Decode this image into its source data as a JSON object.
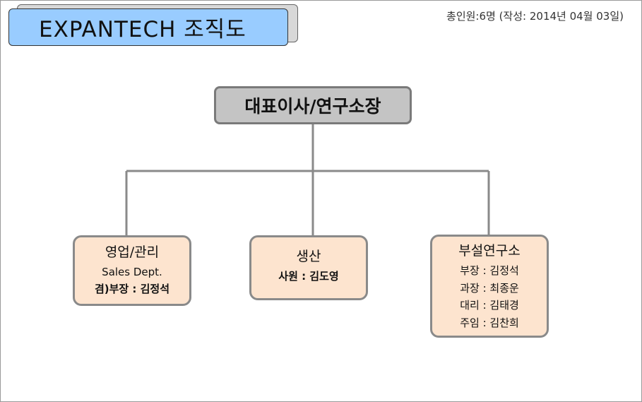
{
  "header": {
    "title": "EXPANTECH  조직도",
    "summary": "총인원:6명 (작성: 2014년 04월 03일)"
  },
  "ceo": {
    "label": "대표이사/연구소장"
  },
  "departments": [
    {
      "name": "영업/관리",
      "lines": [
        "Sales Dept.",
        "겸)부장 : 김정석"
      ]
    },
    {
      "name": "생산",
      "lines": [
        "사원 : 김도영"
      ]
    },
    {
      "name": "부설연구소",
      "lines": [
        "부장 : 김정석",
        "과장 : 최종운",
        "대리 : 김태경",
        "주임 : 김찬희"
      ]
    }
  ],
  "colors": {
    "title_fill": "#99ccff",
    "ceo_fill": "#c4c4c4",
    "dept_fill": "#fde4cf",
    "connector": "#8a8a8a"
  }
}
